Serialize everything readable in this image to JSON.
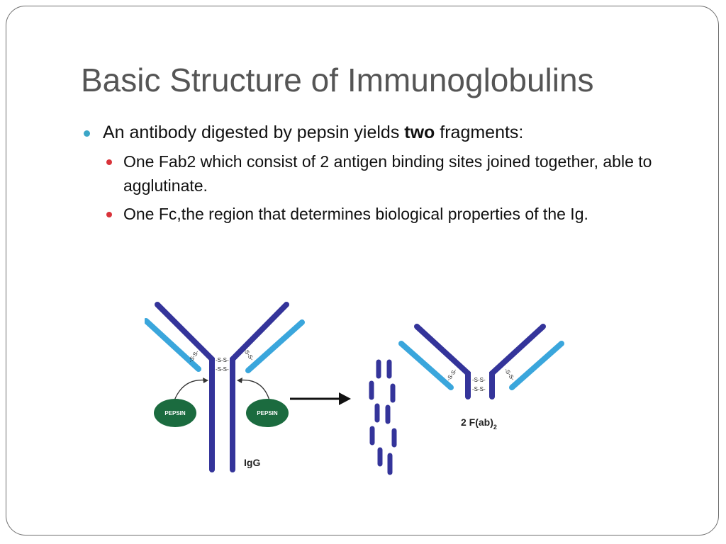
{
  "slide": {
    "title": "Basic Structure of Immunoglobulins",
    "bullet": {
      "text_before": "An antibody digested by pepsin yields ",
      "text_bold": "two",
      "text_after": " fragments:"
    },
    "sub_bullets": [
      "One Fab2 which consist of 2 antigen binding sites joined together, able to agglutinate.",
      "One Fc,the region that determines biological properties of the Ig."
    ]
  },
  "figure": {
    "pepsin_left": "PEPSIN",
    "pepsin_right": "PEPSIN",
    "igg_label": "IgG",
    "disulfide_label": "-S-S-",
    "product_label_main": "2 F(ab)",
    "product_label_sub": "2",
    "colors": {
      "heavy_chain": "#34349a",
      "light_chain": "#3aa6dc",
      "pepsin": "#1b6b3f",
      "frame": "#6e6e6e",
      "title": "#555555",
      "bullet_l1": "#3ba6c7",
      "bullet_l2": "#d9333a"
    }
  }
}
